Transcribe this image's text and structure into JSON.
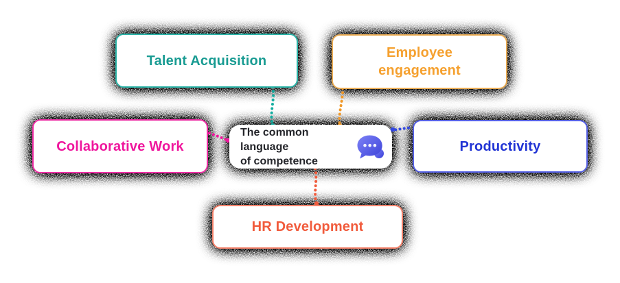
{
  "page": {
    "background_color": "#ffffff",
    "grain_shadow_color": "#000000"
  },
  "diagram": {
    "center_node": {
      "line1": "The common language",
      "line2": "of competence",
      "text_color": "#24252a",
      "icon": "chat-bubble-icon",
      "icon_gradient": {
        "from": "#7d82f6",
        "to": "#3a40d8"
      },
      "icon_dot_color": "#ffffff"
    },
    "nodes": [
      {
        "id": "talent-acquisition",
        "label": "Talent Acquisition",
        "text_color": "#189b92",
        "border_color": "#2ab3a7",
        "connector_color": "#12ada0"
      },
      {
        "id": "employee-engagement",
        "label": "Employee engagement",
        "text_color": "#f5a02e",
        "border_color": "#e9ac55",
        "connector_color": "#f0992b"
      },
      {
        "id": "collaborative-work",
        "label": "Collaborative Work",
        "text_color": "#ef169d",
        "border_color": "#ee2ea5",
        "connector_color": "#ef169d"
      },
      {
        "id": "productivity",
        "label": "Productivity",
        "text_color": "#2033d4",
        "border_color": "#5560e4",
        "connector_color": "#3247e0"
      },
      {
        "id": "hr-development",
        "label": "HR Development",
        "text_color": "#f15b3c",
        "border_color": "#f3816a",
        "connector_color": "#f15b3c"
      }
    ]
  }
}
